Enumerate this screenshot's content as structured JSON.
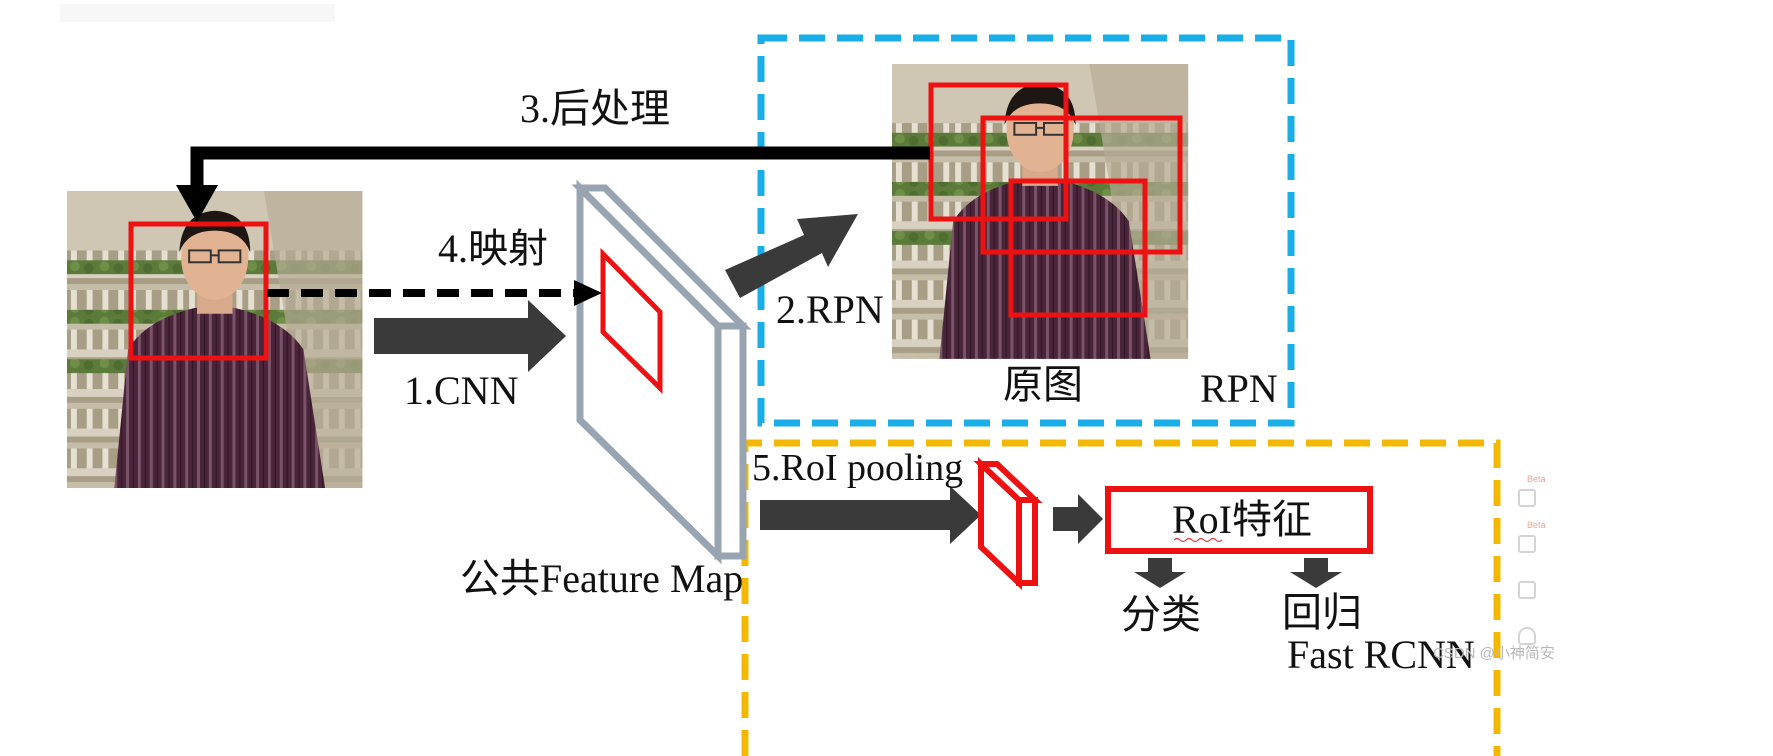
{
  "labels": {
    "step_postprocess": "3.后处理",
    "step_mapping": "4.映射",
    "step_cnn": "1.CNN",
    "step_rpn": "2.RPN",
    "original_image": "原图",
    "rpn_box": "RPN",
    "roi_pooling": "5.RoI pooling",
    "roi_feature": "RoI特征",
    "shared_feature_map": "公共Feature Map",
    "classification": "分类",
    "regression": "回归",
    "fast_rcnn_box": "Fast RCNN"
  },
  "watermark": "CSDN @小神简安",
  "side_panel": {
    "badge": "Beta"
  },
  "colors": {
    "proposal_box": "#ee1111",
    "rpn_border": "#1aaee8",
    "fast_rcnn_border": "#f5b800",
    "feature_map": "#98a4b2",
    "arrow_fill": "#3a3a3a",
    "black_arrow": "#000000"
  },
  "icons": [
    "photo-person-left",
    "photo-person-right",
    "feature-map-slab",
    "roi-pooling-slab",
    "fat-arrow-right"
  ]
}
